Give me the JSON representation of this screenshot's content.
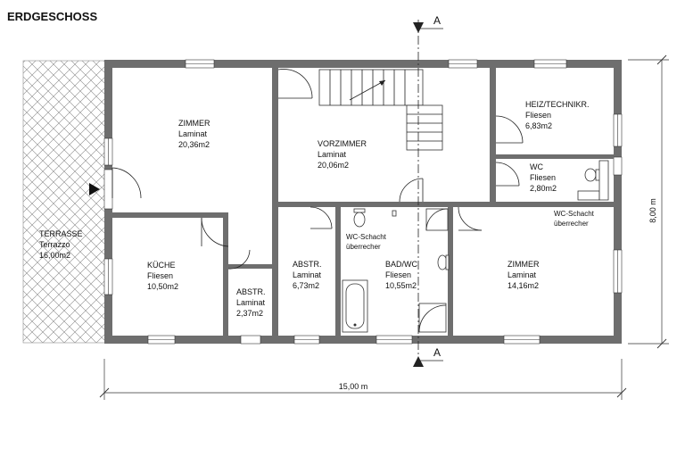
{
  "title": "ERDGESCHOSS",
  "section_marker": "A",
  "dimensions": {
    "width": "15,00 m",
    "depth": "8,00 m"
  },
  "rooms": [
    {
      "id": "terrasse",
      "name": "TERRASSE",
      "floor": "Terrazzo",
      "area": "16,00m2"
    },
    {
      "id": "zimmer1",
      "name": "ZIMMER",
      "floor": "Laminat",
      "area": "20,36m2"
    },
    {
      "id": "vorzimmer",
      "name": "VORZIMMER",
      "floor": "Laminat",
      "area": "20,06m2"
    },
    {
      "id": "heiz",
      "name": "HEIZ/TECHNIKR.",
      "floor": "Fliesen",
      "area": "6,83m2"
    },
    {
      "id": "wc",
      "name": "WC",
      "floor": "Fliesen",
      "area": "2,80m2"
    },
    {
      "id": "kueche",
      "name": "KÜCHE",
      "floor": "Fliesen",
      "area": "10,50m2"
    },
    {
      "id": "abstr1",
      "name": "ABSTR.",
      "floor": "Laminat",
      "area": "2,37m2"
    },
    {
      "id": "abstr2",
      "name": "ABSTR.",
      "floor": "Laminat",
      "area": "6,73m2"
    },
    {
      "id": "bad",
      "name": "BAD/WC",
      "floor": "Fliesen",
      "area": "10,55m2"
    },
    {
      "id": "zimmer2",
      "name": "ZIMMER",
      "floor": "Laminat",
      "area": "14,16m2"
    }
  ],
  "notes": {
    "wc_schacht_1_line1": "WC-Schacht",
    "wc_schacht_1_line2": "überrecher",
    "wc_schacht_2_line1": "WC-Schacht",
    "wc_schacht_2_line2": "überrecher"
  }
}
